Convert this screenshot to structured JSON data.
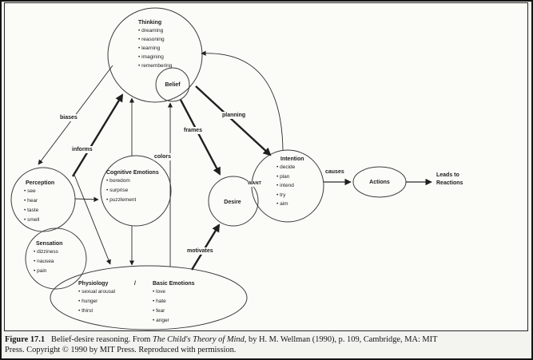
{
  "figure": {
    "nodes": {
      "thinking": {
        "title": "Thinking",
        "items": [
          "dreaming",
          "reasoning",
          "learning",
          "imagining",
          "remembering"
        ]
      },
      "belief": {
        "title": "Belief"
      },
      "perception": {
        "title": "Perception",
        "items": [
          "see",
          "hear",
          "taste",
          "smell"
        ]
      },
      "sensation": {
        "title": "Sensation",
        "items": [
          "dizziness",
          "nausea",
          "pain"
        ]
      },
      "cognitive_emotions": {
        "title": "Cognitive Emotions",
        "items": [
          "boredom",
          "surprise",
          "puzzlement"
        ]
      },
      "physiology": {
        "title": "Physiology",
        "items": [
          "sexual arousal",
          "hunger",
          "thirst"
        ]
      },
      "separator": "/",
      "basic_emotions": {
        "title": "Basic Emotions",
        "items": [
          "love",
          "hate",
          "fear",
          "anger"
        ]
      },
      "desire": {
        "title": "Desire"
      },
      "want_label": "WANT",
      "intention": {
        "title": "Intention",
        "items": [
          "decide",
          "plan",
          "intend",
          "try",
          "aim"
        ]
      },
      "actions": {
        "title": "Actions"
      },
      "outcome": {
        "line1": "Leads to",
        "line2": "Reactions"
      }
    },
    "edge_labels": {
      "biases": "biases",
      "informs": "informs",
      "colors": "colors",
      "frames": "frames",
      "planning": "planning",
      "motivates": "motivates",
      "causes": "causes"
    }
  },
  "caption": {
    "figure_label": "Figure 17.1",
    "line1_rest": "Belief-desire reasoning. From ",
    "book_title": "The Child's Theory of Mind",
    "line1_end": ", by H. M. Wellman (1990), p. 109, Cambridge, MA: MIT",
    "line2": "Press. Copyright © 1990 by MIT Press. Reproduced with permission."
  }
}
